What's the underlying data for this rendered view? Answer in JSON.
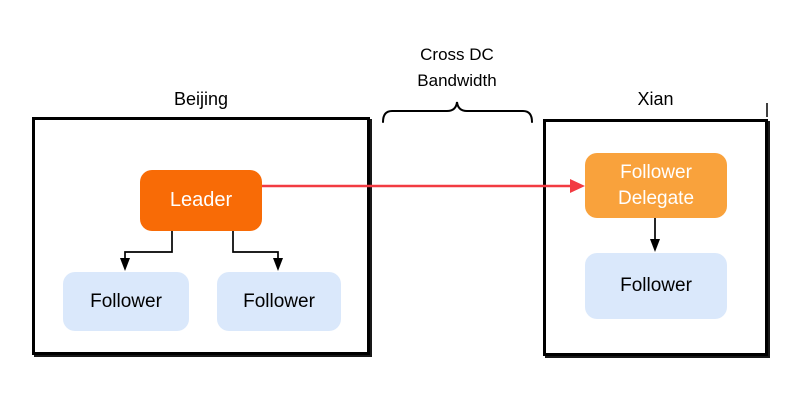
{
  "colors": {
    "leader_fill": "#F86B06",
    "delegate_fill": "#F9A23C",
    "follower_fill": "#DAE8FB",
    "connector_black": "#000000",
    "cross_dc_arrow": "#F23B42",
    "brace_black": "#000000"
  },
  "bandwidth": {
    "line1": "Cross DC",
    "line2": "Bandwidth"
  },
  "datacenters": [
    {
      "name": "Beijing"
    },
    {
      "name": "Xian"
    }
  ],
  "nodes": {
    "leader": "Leader",
    "beijing_follower_1": "Follower",
    "beijing_follower_2": "Follower",
    "follower_delegate": "Follower Delegate",
    "xian_follower": "Follower"
  }
}
